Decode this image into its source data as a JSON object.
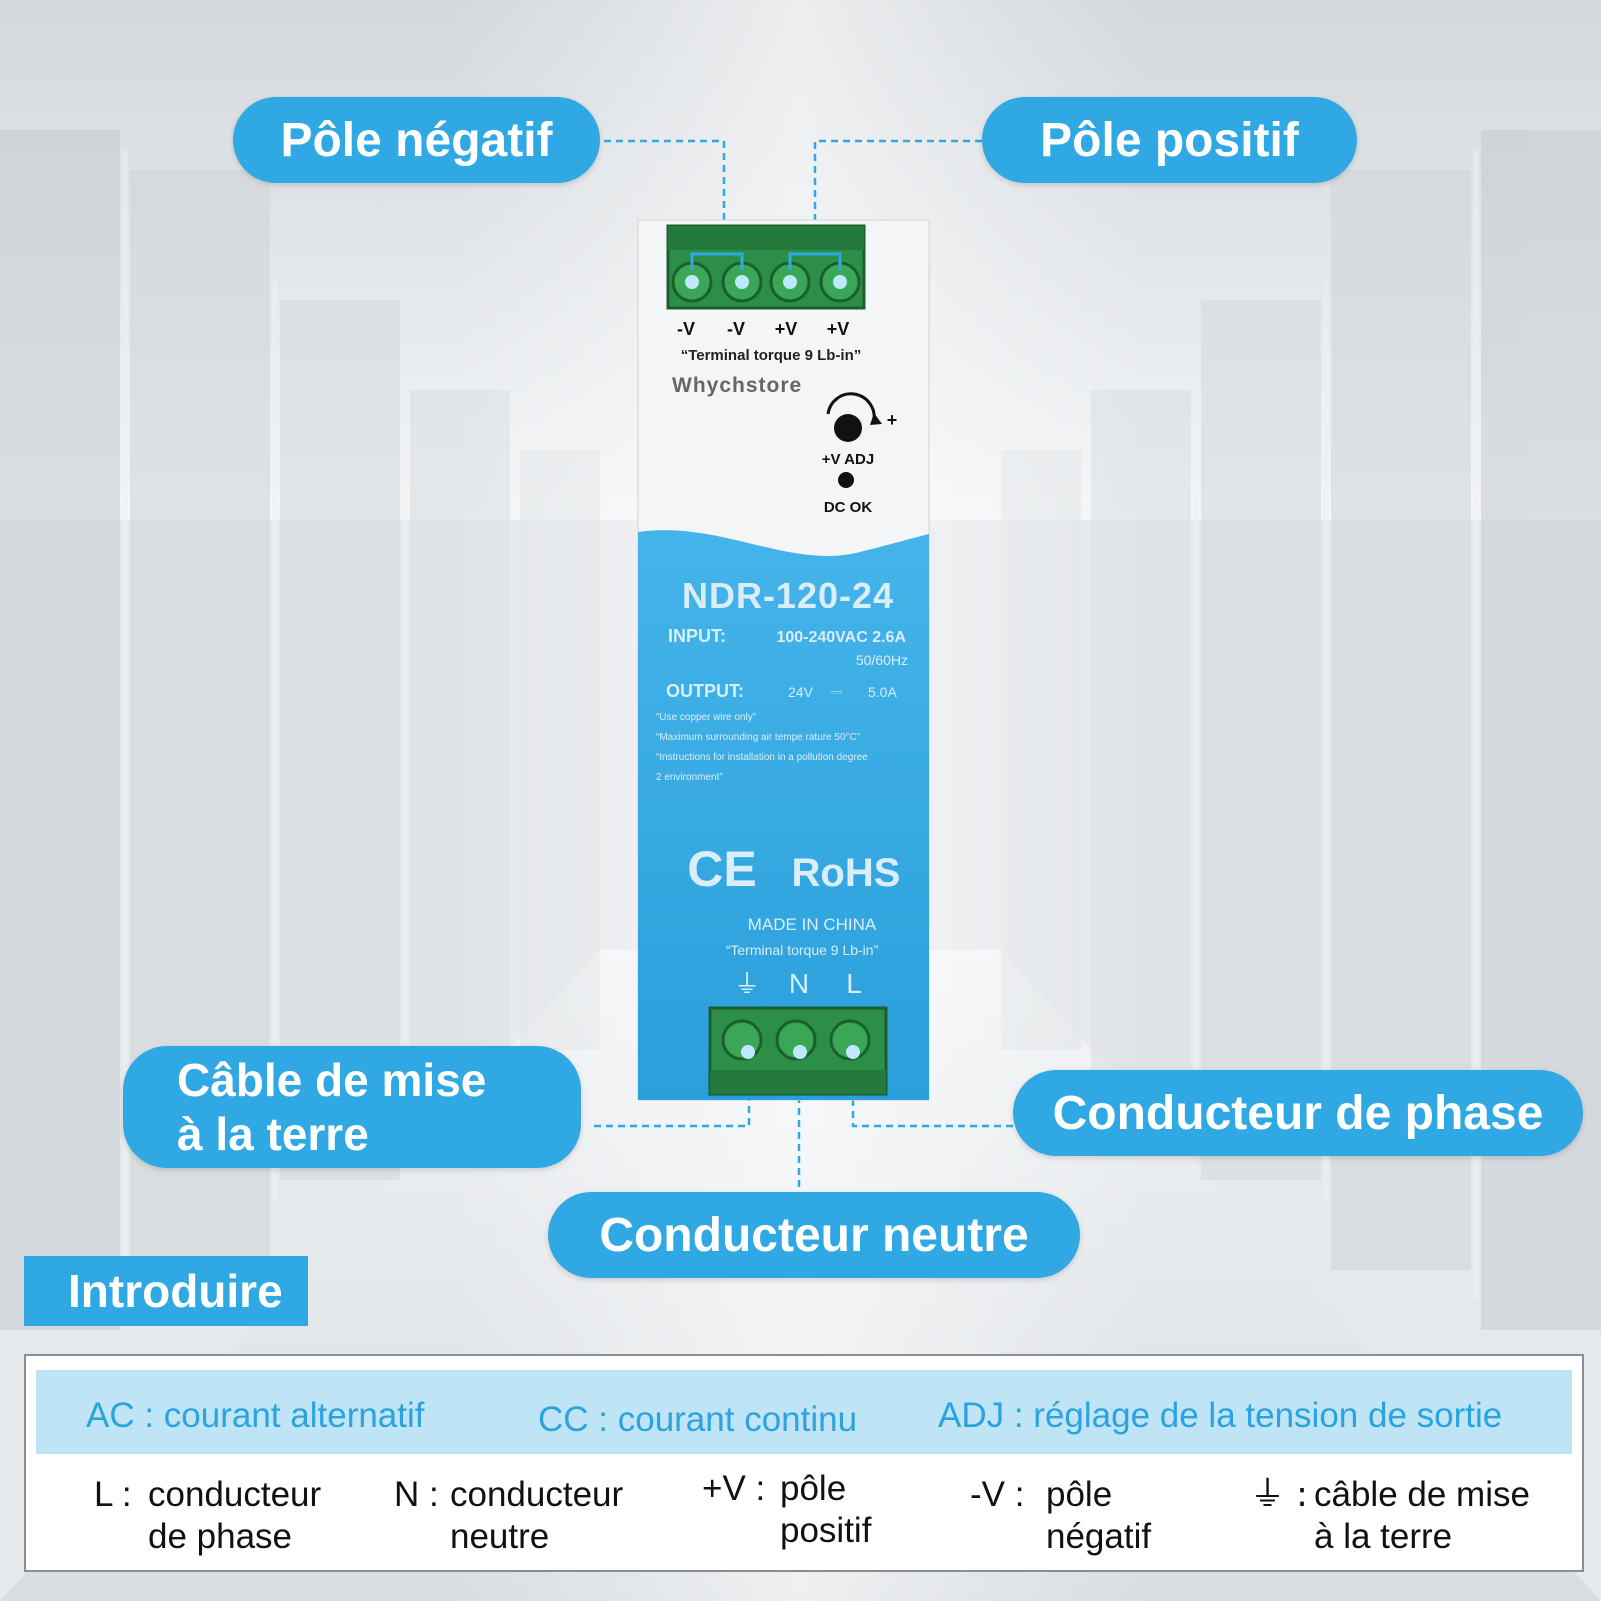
{
  "callouts": {
    "negative_pole": "Pôle négatif",
    "positive_pole": "Pôle positif",
    "ground_line1": "Câble de mise",
    "ground_line2": "à la terre",
    "phase": "Conducteur de phase",
    "neutral": "Conducteur neutre"
  },
  "device": {
    "top_terminals": [
      "-V",
      "-V",
      "+V",
      "+V"
    ],
    "top_torque": "“Terminal torque 9  Lb-in”",
    "brand": "Whychstore",
    "adj_label": "+V ADJ",
    "adj_plus": "+",
    "dc_ok": "DC OK",
    "model": "NDR-120-24",
    "input_label": "INPUT:",
    "input_value": "100-240VAC 2.6A",
    "input_freq": "50/60Hz",
    "output_label": "OUTPUT:",
    "output_voltage": "24V",
    "output_symbol": "⎓",
    "output_current": "5.0A",
    "note1": "“Use copper wire only”",
    "note2": "“Maximum surrounding air tempe rature 50°C”",
    "note3a": "“Instructions for installation in a pollution degree",
    "note3b": "2 environment”",
    "cert_ce": "CE",
    "cert_rohs": "RoHS",
    "made_in": "MADE IN CHINA",
    "bottom_torque": "“Terminal torque 9  Lb-in”",
    "bottom_terminals": [
      "⏚",
      "N",
      "L"
    ]
  },
  "legend": {
    "tab": "Introduire",
    "abbreviations": [
      "AC : courant alternatif",
      "CC : courant continu",
      "ADJ : réglage de la tension de sortie"
    ],
    "definitions": [
      {
        "key": "L :",
        "line1": "conducteur",
        "line2": "de phase"
      },
      {
        "key": "N :",
        "line1": "conducteur",
        "line2": "neutre"
      },
      {
        "key": "+V :",
        "line1": "pôle",
        "line2": "positif"
      },
      {
        "key": "-V :",
        "line1": "pôle",
        "line2": "négatif"
      },
      {
        "key": "⏚ :",
        "line1": "câble de mise",
        "line2": "à la terre"
      }
    ]
  },
  "colors": {
    "accent": "#2fa8e4",
    "band": "#bfe4f6",
    "terminal_green": "#2e9a4a"
  }
}
